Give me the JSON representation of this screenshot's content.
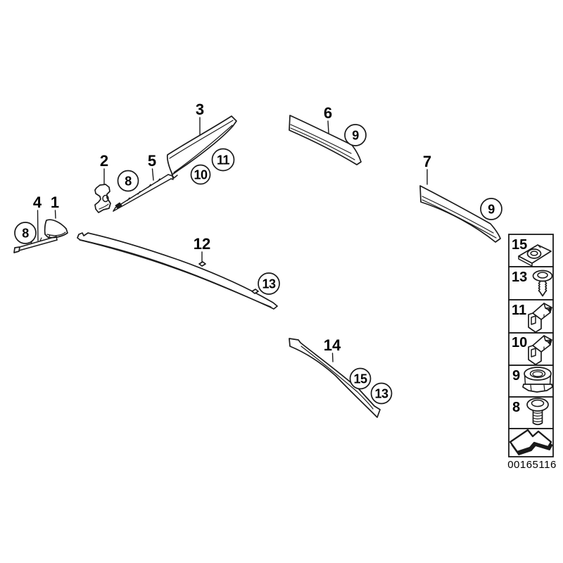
{
  "doc_number": "00165116",
  "colors": {
    "line": "#1a1a1a",
    "background": "#ffffff"
  },
  "part_labels": {
    "p1": "1",
    "p2": "2",
    "p3": "3",
    "p4": "4",
    "p5": "5",
    "p6": "6",
    "p7": "7",
    "p12": "12",
    "p14": "14"
  },
  "balloons": {
    "b8_left": "8",
    "b8_mid": "8",
    "b9_front_door": "9",
    "b9_rear_door": "9",
    "b10": "10",
    "b11": "11",
    "b13_dash": "13",
    "b13_rear": "13",
    "b15": "15"
  },
  "legend": {
    "items": [
      {
        "number": "15",
        "icon": "speed-nut-icon"
      },
      {
        "number": "13",
        "icon": "tapping-screw-icon"
      },
      {
        "number": "11",
        "icon": "trim-clip-icon"
      },
      {
        "number": "10",
        "icon": "trim-clip-icon"
      },
      {
        "number": "9",
        "icon": "flange-lock-nut-icon"
      },
      {
        "number": "8",
        "icon": "button-head-screw-icon"
      }
    ],
    "footer_icon": "direction-arrow-icon"
  }
}
